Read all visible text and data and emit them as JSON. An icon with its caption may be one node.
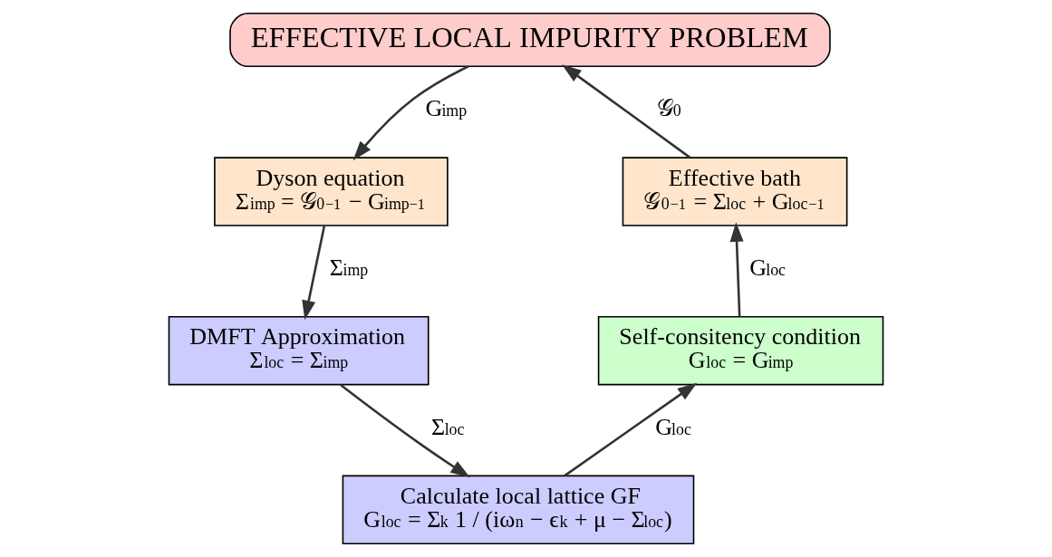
{
  "diagram": {
    "nodes": [
      {
        "text": [
          "EFFECTIVE LOCAL IMPURITY PROBLEM"
        ]
      },
      {
        "text": [
          "Dyson equation",
          "Σ$_{imp}$ = 𝒢$_{0}$$^{−1}$ − G$_{imp}$$^{−1}$"
        ]
      },
      {
        "text": [
          "DMFT Approximation",
          "Σ$_{loc}$ = Σ$_{imp}$"
        ]
      },
      {
        "text": [
          "Calculate local lattice GF",
          "G$_{loc}$ = Σ$_{k}$ 1 / (iω$_{n}$ − ϵ$_{k}$ + μ − Σ$_{loc}$)"
        ]
      },
      {
        "text": [
          "Self-consitency condition",
          "G$_{loc}$ = G$_{imp}$"
        ]
      },
      {
        "text": [
          "Effective bath",
          "𝒢$_{0}$$^{−1}$ = Σ$_{loc}$ + G$_{loc}$$^{−1}$"
        ]
      }
    ],
    "edges": [
      {
        "from": 0,
        "to": 1,
        "arrow": "to",
        "label": "G$_{imp}$"
      },
      {
        "from": 1,
        "to": 2,
        "arrow": "to",
        "label": "Σ$_{imp}$"
      },
      {
        "from": 2,
        "to": 3,
        "arrow": "to",
        "label": "Σ$_{loc}$"
      },
      {
        "from": 3,
        "to": 4,
        "arrow": "to",
        "label": "G$_{loc}$"
      },
      {
        "from": 4,
        "to": 5,
        "arrow": "to",
        "label": "G$_{loc}$"
      },
      {
        "from": 5,
        "to": 0,
        "arrow": "to",
        "label": "𝒢$_{0}$"
      }
    ]
  }
}
